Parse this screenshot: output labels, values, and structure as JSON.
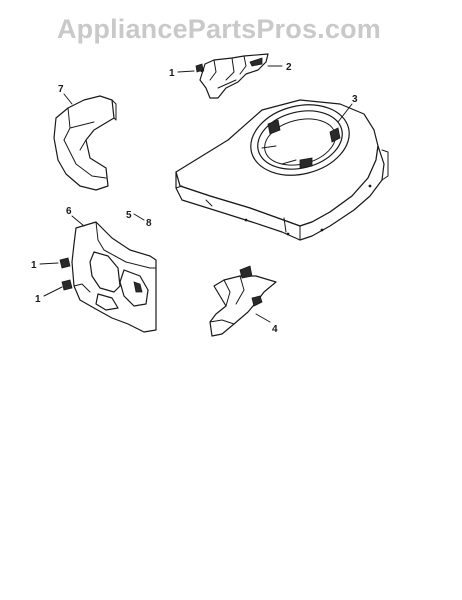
{
  "watermark": "AppliancePartsPros.com",
  "callouts": {
    "c1a": "1",
    "c2": "2",
    "c3": "3",
    "c7": "7",
    "c5": "5",
    "c8": "8",
    "c6": "6",
    "c1b": "1",
    "c1c": "1",
    "c4": "4"
  },
  "colors": {
    "line": "#1a1a1a",
    "watermark": "#c9c9c9"
  }
}
